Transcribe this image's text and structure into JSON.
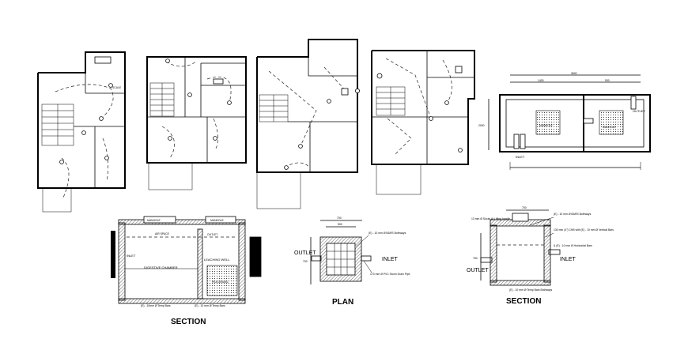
{
  "drawing": {
    "labels": {
      "manhole": "MANHOLE",
      "air_space": "AIR SPACE",
      "outlet": "OUTLET",
      "inlet": "INLET",
      "digestive_chamber": "DIGESTIVE CHAMBER",
      "leaching_well": "LEACHING WELL",
      "pea_gravel": "PEA GRAVEL",
      "section": "SECTION",
      "plan": "PLAN"
    },
    "dimensions": {
      "top_plan_overall": "3600",
      "top_plan_left": "1400",
      "top_plan_right": "900",
      "top_plan_height": "2000",
      "plan_overall": "700",
      "plan_inner": "500",
      "plan_side": "700",
      "section_top": "700",
      "section_side": "750"
    },
    "notes": {
      "bars_10mm_plan": "(E) - 10 mm Ø BARS Bothways",
      "pvc_170": "170 mm Ø PVC Storm Drain Pipe",
      "slab_13mm": "13 mm Ø Socks At Lifting handle",
      "bars_10mm_section": "(E) - 10 mm Ø BARS Bothways",
      "chb_130": "130 mm (4\") CHB with (E) - 10 mm Ø Vertical Bars",
      "bars_horizontal": "& (E) - 10 mm Ø Horizontal Bars",
      "temp_bars": "(E) - 10 mm Ø Temp Bars Bothways"
    },
    "section_left_notes": {
      "note1": "(E) - 10mm Ø Temp Bars",
      "note2": "(E) - 10 mm Ø Temp Bars"
    }
  }
}
